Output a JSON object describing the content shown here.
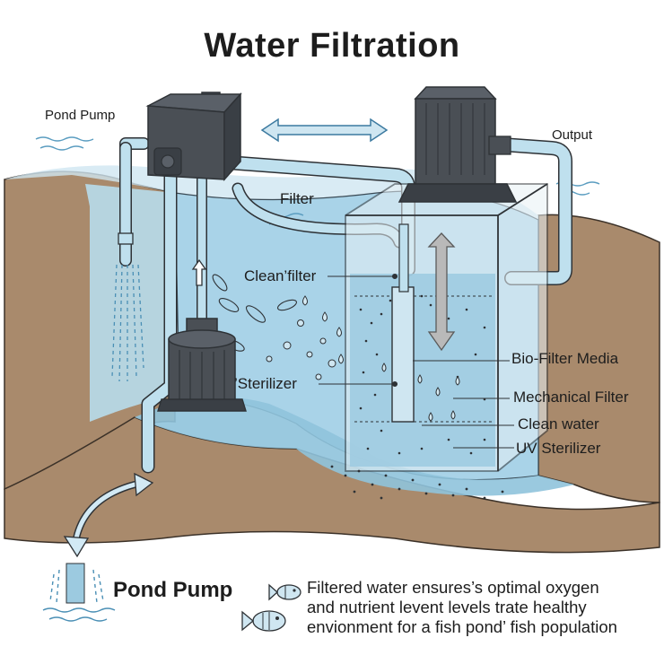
{
  "title": "Water Filtration",
  "labels": {
    "pond_pump_top": "Pond Pump",
    "output": "Output",
    "filter": "Filter",
    "clean_filter": "Clean’filter",
    "sterilizer": "’Sterilizer",
    "bio_filter_media": "Bio-Filter Media",
    "mechanical_filter": "Mechanical Filter",
    "clean_water": "Clean water",
    "uv_sterilizer": "UV Sterilizer",
    "pond_pump_bottom": "Pond Pump"
  },
  "note": {
    "lines": [
      "Filtered water ensures’s optimal oxygen",
      "and nutrient levent levels trate healthy",
      "envionment for a fish pond’ fish population"
    ]
  },
  "icons": [
    "fish-icon",
    "arrow-icon",
    "pump-icon",
    "filter-box-icon",
    "water-spray-icon"
  ],
  "colors": {
    "water": "#a9d3e8",
    "water_deep": "#8fc3dc",
    "soil": "#a98a6c",
    "pipe": "#bfe0ee",
    "pump_body": "#4a4f55",
    "outline": "#2e3236"
  }
}
